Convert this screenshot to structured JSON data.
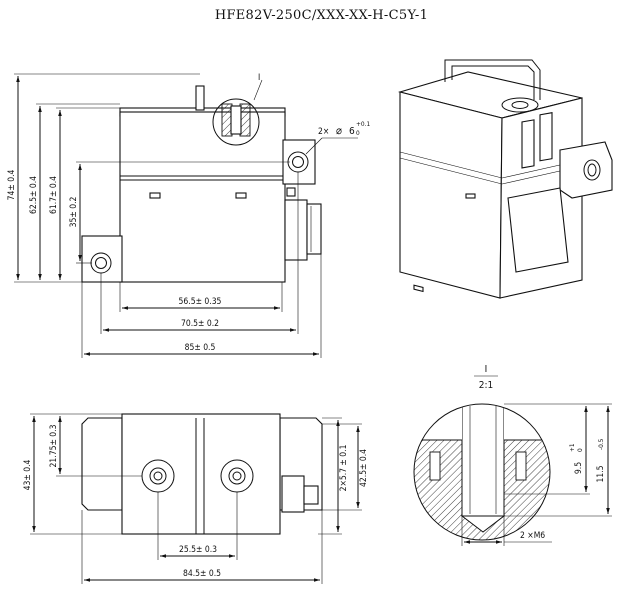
{
  "title": "HFE82V-250C/XXX-XX-H-C5Y-1",
  "front_view": {
    "dims_vertical": [
      "74± 0.4",
      "62.5± 0.4",
      "61.7± 0.4",
      "35± 0.2"
    ],
    "dims_horizontal": [
      "56.5± 0.35",
      "70.5± 0.2",
      "85± 0.5"
    ],
    "section_mark": "I",
    "hole_prefix": "2×",
    "hole_dia": "6",
    "hole_tol_upper": "+0.1",
    "hole_tol_lower": "0"
  },
  "bottom_view": {
    "dims_vertical_left": [
      "43± 0.4",
      "21.75± 0.3"
    ],
    "dims_vertical_right": [
      "2×5.7 ± 0.1",
      "42.5± 0.4"
    ],
    "dims_horizontal": [
      "25.5± 0.3",
      "84.5± 0.5"
    ]
  },
  "detail": {
    "label_top": "I",
    "label_scale": "2:1",
    "depth_nominal": "9.5",
    "depth_tol_upper": "+1",
    "depth_tol_lower": "0",
    "depth_total": "11.5",
    "depth_total_tol": "-0.5",
    "thread": "2 ×M6"
  }
}
